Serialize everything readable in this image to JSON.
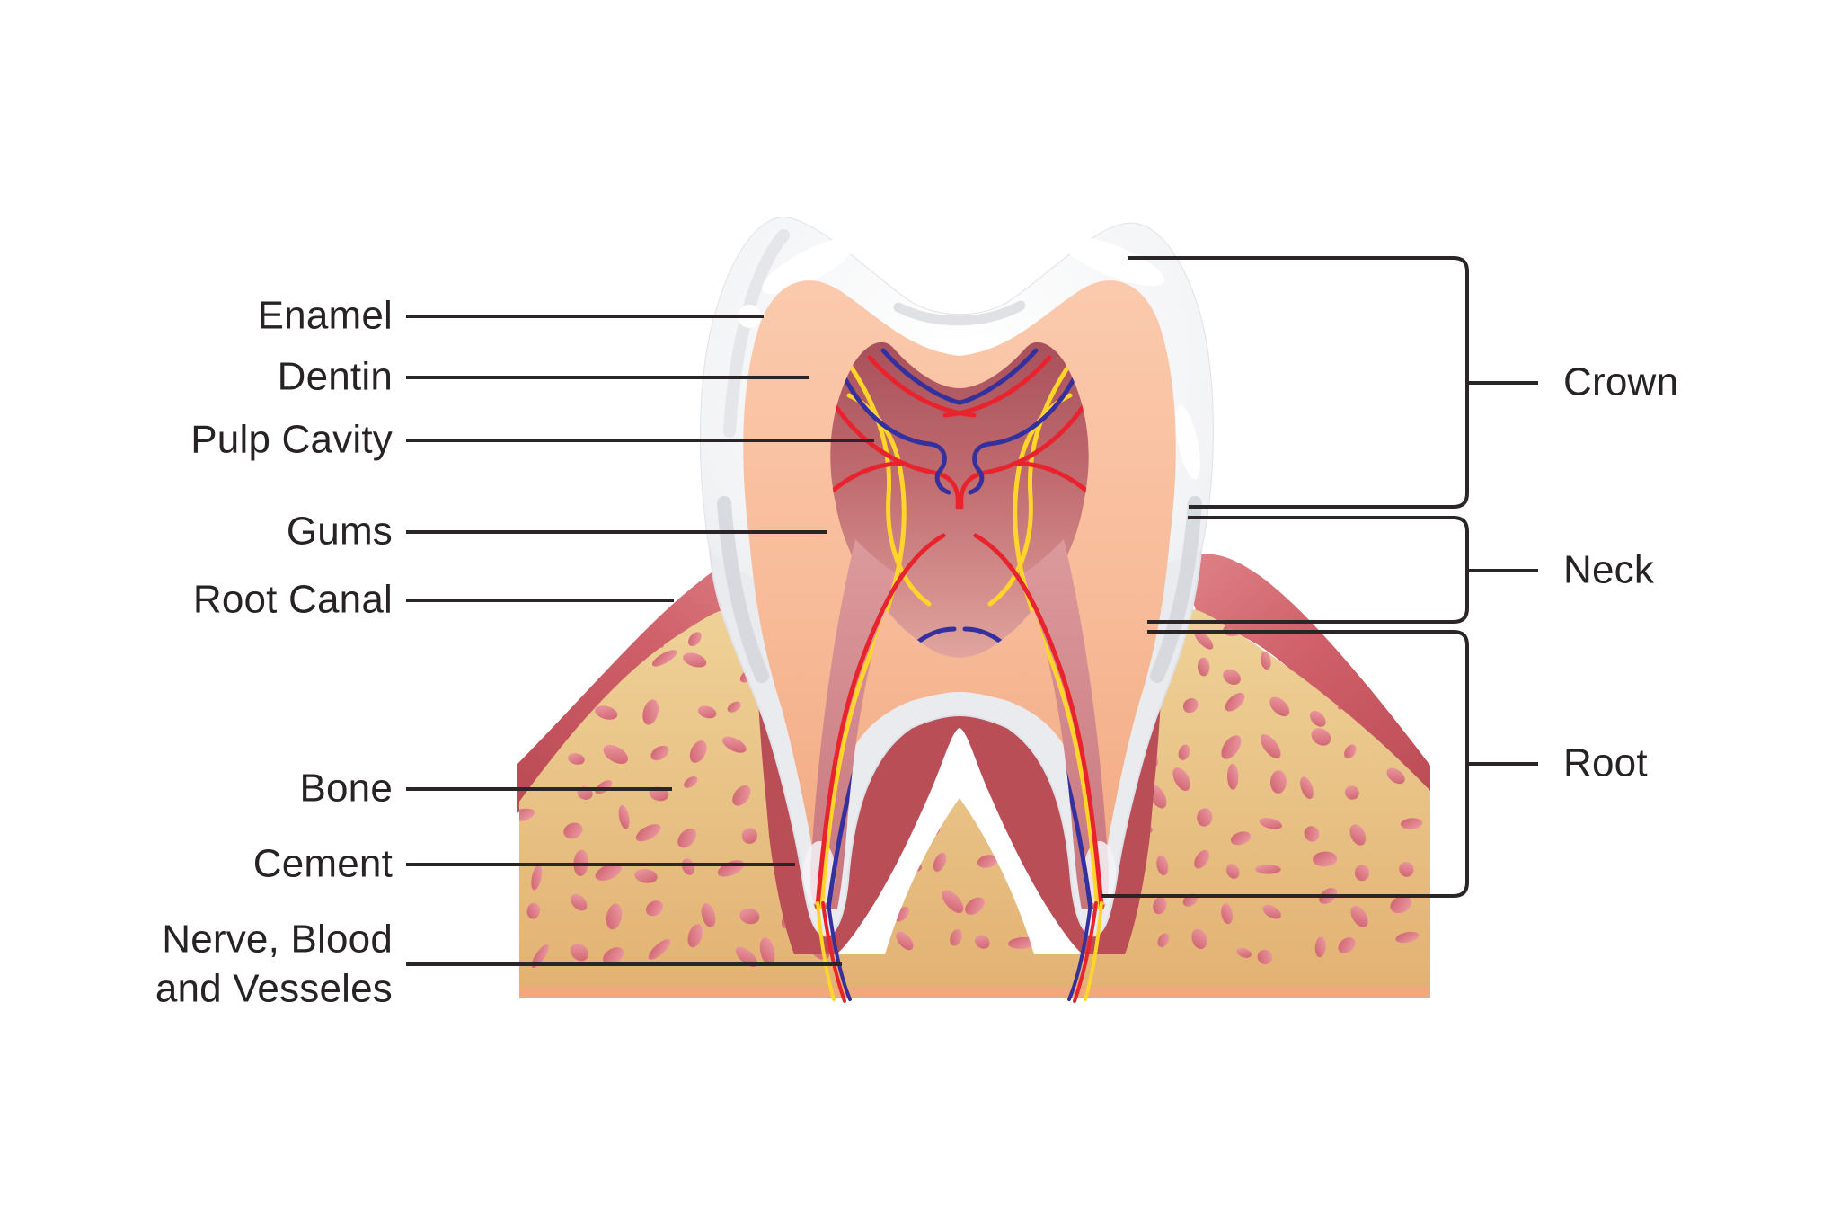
{
  "figure": {
    "type": "anatomy-diagram",
    "subject": "Human tooth anatomy cross-section with gums and bone",
    "left_labels": [
      {
        "id": "enamel",
        "text": "Enamel"
      },
      {
        "id": "dentin",
        "text": "Dentin"
      },
      {
        "id": "pulp-cavity",
        "text": "Pulp Cavity"
      },
      {
        "id": "gums",
        "text": "Gums"
      },
      {
        "id": "root-canal",
        "text": "Root Canal"
      },
      {
        "id": "bone",
        "text": "Bone"
      },
      {
        "id": "cement",
        "text": "Cement"
      },
      {
        "id": "nerve-blood",
        "text": "Nerve, Blood\nand Vesseles"
      }
    ],
    "right_labels": [
      {
        "id": "crown",
        "text": "Crown"
      },
      {
        "id": "neck",
        "text": "Neck"
      },
      {
        "id": "root",
        "text": "Root"
      }
    ],
    "colors": {
      "line": "#2a2627",
      "text": "#272325",
      "enamel": "#e9ebef",
      "enamel_highlight": "#ffffff",
      "enamel_shade": "#d4d6dc",
      "dentin": "#f8bd9b",
      "pulp_dark": "#a44c58",
      "pulp_light": "#e2a8a2",
      "gum": "#cf5f68",
      "gum_dark": "#b94e57",
      "bone": "#e9c388",
      "bone_spot": "#d97f8a",
      "bone_strip": "#f2a87d",
      "vessel_red": "#e8232e",
      "vessel_blue": "#34319e",
      "vessel_yellow": "#ffd42b"
    }
  }
}
